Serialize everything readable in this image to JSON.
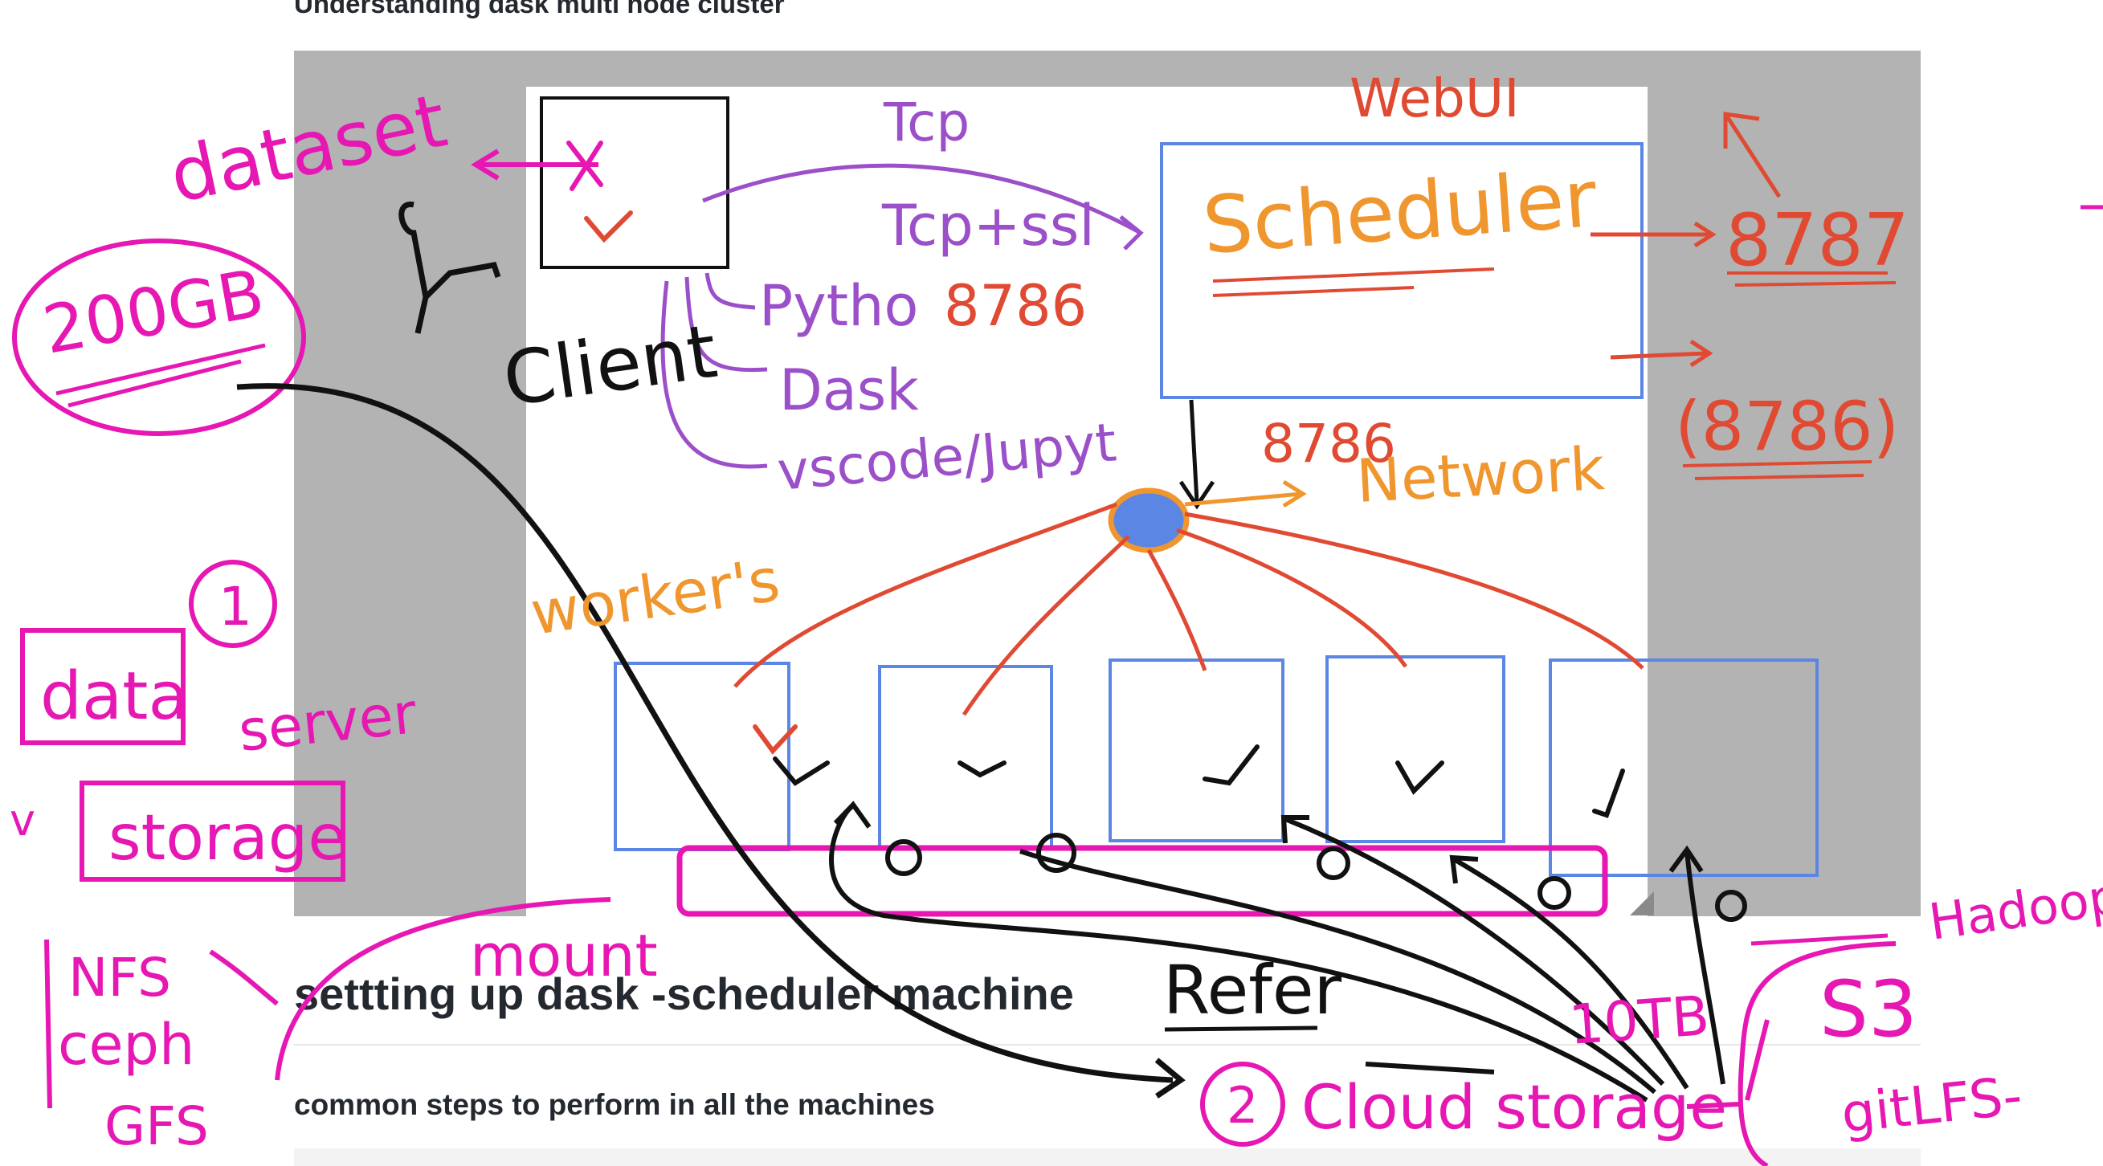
{
  "document": {
    "heading_top": "Understanding dask multi node cluster",
    "section_heading": "settting up dask -scheduler machine",
    "subsection_heading": "common steps to perform in all the machines"
  },
  "annotations": {
    "dataset_label": "dataset",
    "dataset_size": "200GB",
    "client_label": "Client",
    "tcp_label": "Tcp",
    "tcp_ssl_label": "Tcp+ssl",
    "port_8786_a": "8786",
    "client_python": "Pytho",
    "client_dask": "Dask",
    "client_vscode": "vscode/Jupyt",
    "webui_label": "WebUI",
    "scheduler_label": "Scheduler",
    "port_8787": "8787",
    "port_8786_paren": "(8786)",
    "port_8786_b": "8786",
    "network_label": "Network",
    "workers_label": "worker's",
    "circle_1": "1",
    "data_label": "data",
    "server_label": "server",
    "storage_label": "storage",
    "nfs_label": "NFS",
    "ceph_label": "ceph",
    "gfs_label": "GFS",
    "mount_label": "mount",
    "refer_label": "Refer",
    "circle_2": "2",
    "cloud_storage_label": "Cloud storage",
    "size_10tb": "10TB",
    "hadoop_label": "Hadoop",
    "s3_label": "S3",
    "git_label": "gitLFS-"
  },
  "colors": {
    "magenta": "#e617b2",
    "purple": "#9b4fc9",
    "orange_red": "#e04a33",
    "orange": "#f0962e",
    "blue_box": "#5b86e3",
    "black": "#111111",
    "frame_gray": "#b3b3b3"
  }
}
